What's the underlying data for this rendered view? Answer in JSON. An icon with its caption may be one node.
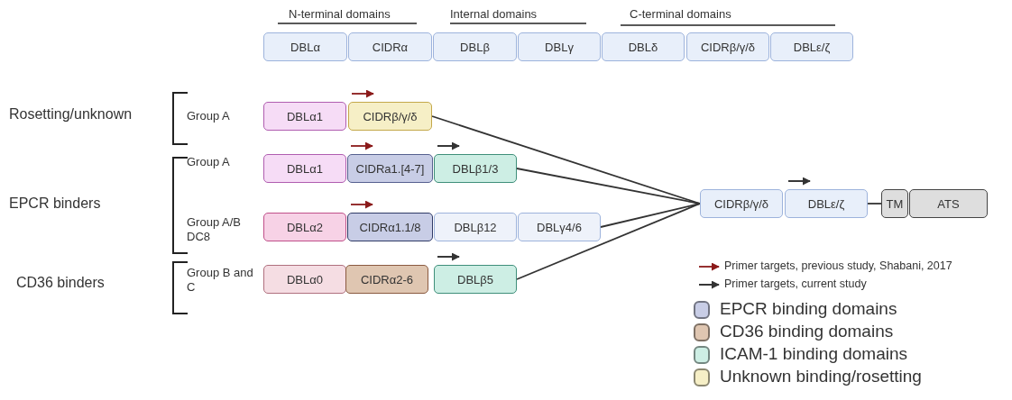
{
  "diagram": {
    "nodes": [
      {
        "text": [
          "DBLα"
        ]
      },
      {
        "text": [
          "CIDRα"
        ]
      },
      {
        "text": [
          "DBLβ"
        ]
      },
      {
        "text": [
          "DBLγ"
        ]
      },
      {
        "text": [
          "DBLδ"
        ]
      },
      {
        "text": [
          "CIDRβ/γ/δ"
        ]
      },
      {
        "text": [
          "DBLε/ζ"
        ]
      },
      {
        "text": [
          "DBLα1"
        ]
      },
      {
        "text": [
          "CIDRβ/γ/δ"
        ]
      },
      {
        "text": [
          "DBLα1"
        ]
      },
      {
        "text": [
          "CIDRa1.[4-7]"
        ]
      },
      {
        "text": [
          "DBLβ1/3"
        ]
      },
      {
        "text": [
          "DBLα2"
        ]
      },
      {
        "text": [
          "CIDRα1.1/8"
        ]
      },
      {
        "text": [
          "DBLβ12"
        ]
      },
      {
        "text": [
          "DBLγ4/6"
        ]
      },
      {
        "text": [
          "DBLα0"
        ]
      },
      {
        "text": [
          "CIDRα2-6"
        ]
      },
      {
        "text": [
          "DBLβ5"
        ]
      },
      {
        "text": [
          "CIDRβ/γ/δ"
        ]
      },
      {
        "text": [
          "DBLε/ζ"
        ]
      },
      {
        "text": [
          "TM"
        ]
      },
      {
        "text": [
          "ATS"
        ]
      }
    ],
    "edges": [
      {
        "from": 8,
        "to": 19,
        "arrow": "none"
      },
      {
        "from": 11,
        "to": 19,
        "arrow": "none"
      },
      {
        "from": 15,
        "to": 19,
        "arrow": "none"
      },
      {
        "from": 18,
        "to": 19,
        "arrow": "none"
      },
      {
        "from": 20,
        "to": 21,
        "arrow": "none"
      }
    ],
    "labels": [
      "N-terminal domains",
      "Internal domains",
      "C-terminal domains",
      "Rosetting/unknown",
      "Group A",
      "Group A",
      "EPCR binders",
      "Group A/B DC8",
      "CD36 binders",
      "Group B and C"
    ],
    "legend": [
      {
        "text": "Primer targets, previous study, Shabani, 2017"
      },
      {
        "text": "Primer targets, current study"
      },
      {
        "text": "EPCR binding domains",
        "color": "#c8cde6"
      },
      {
        "text": "CD36 binding domains",
        "color": "#dfc6b1"
      },
      {
        "text": "ICAM-1 binding domains",
        "color": "#cdeee4"
      },
      {
        "text": "Unknown  binding/rosetting",
        "color": "#f6efc6"
      }
    ]
  }
}
